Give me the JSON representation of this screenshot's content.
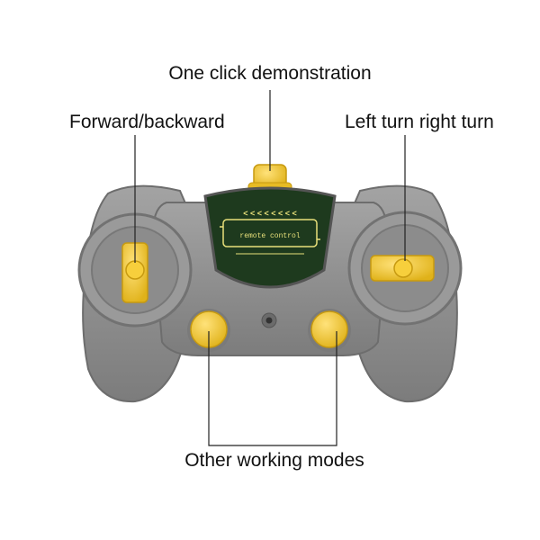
{
  "labels": {
    "top": "One click demonstration",
    "left": "Forward/backward",
    "right": "Left turn right turn",
    "bottom": "Other working modes"
  },
  "panel": {
    "text": "remote control",
    "chevrons": "< < < < < < < <"
  },
  "colors": {
    "body": "#8a8a8a",
    "body_dark": "#6d6d6d",
    "accent_yellow": "#f2c62f",
    "panel_green": "#1e3a1e",
    "panel_line": "#e8e07a",
    "callout_line": "#222222"
  }
}
